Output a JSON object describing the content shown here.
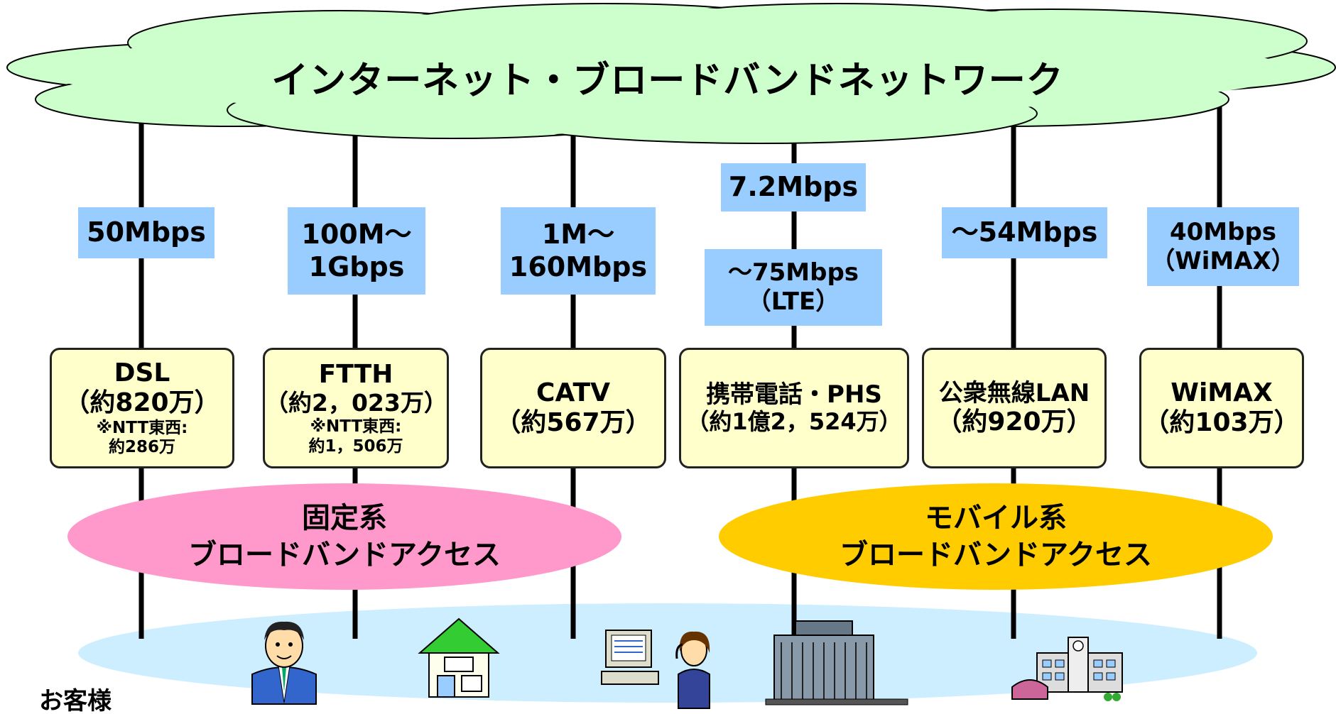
{
  "cloud": {
    "title": "インターネット・ブロードバンドネットワーク",
    "color": "#ccffcc"
  },
  "speeds": {
    "dsl": {
      "lines": [
        "50Mbps"
      ]
    },
    "ftth": {
      "lines": [
        "100M〜",
        "1Gbps"
      ]
    },
    "catv": {
      "lines": [
        "1M〜",
        "160Mbps"
      ]
    },
    "mobile_hspa": {
      "lines": [
        "7.2Mbps"
      ]
    },
    "mobile_lte": {
      "lines": [
        "〜75Mbps",
        "（LTE）"
      ]
    },
    "wlan": {
      "lines": [
        "〜54Mbps"
      ]
    },
    "wimax": {
      "lines": [
        "40Mbps",
        "（WiMAX）"
      ]
    }
  },
  "technologies": {
    "dsl": {
      "name": "DSL",
      "subscribers": "（約820万）",
      "note": [
        "※NTT東西:",
        "約286万"
      ]
    },
    "ftth": {
      "name": "FTTH",
      "subscribers": "（約2，023万）",
      "note": [
        "※NTT東西:",
        "約1，506万"
      ]
    },
    "catv": {
      "name": "CATV",
      "subscribers": "（約567万）"
    },
    "mobile": {
      "name": "携帯電話・PHS",
      "subscribers": "（約1億2，524万）"
    },
    "wlan": {
      "name": "公衆無線LAN",
      "subscribers": "（約920万）"
    },
    "wimax": {
      "name": "WiMAX",
      "subscribers": "（約103万）"
    }
  },
  "groups": {
    "fixed": {
      "lines": [
        "固定系",
        "ブロードバンドアクセス"
      ],
      "color": "#ff99cc"
    },
    "mobile": {
      "lines": [
        "モバイル系",
        "ブロードバンドアクセス"
      ],
      "color": "#ffcc00"
    }
  },
  "customers": {
    "label": "お客様",
    "color": "#cceeff",
    "icons": [
      "businessman-icon",
      "house-icon",
      "office-worker-icon",
      "office-building-icon",
      "school-icon"
    ]
  },
  "colors": {
    "speed_box": "#99ccff",
    "tech_box": "#ffffcc",
    "line": "#000000"
  }
}
